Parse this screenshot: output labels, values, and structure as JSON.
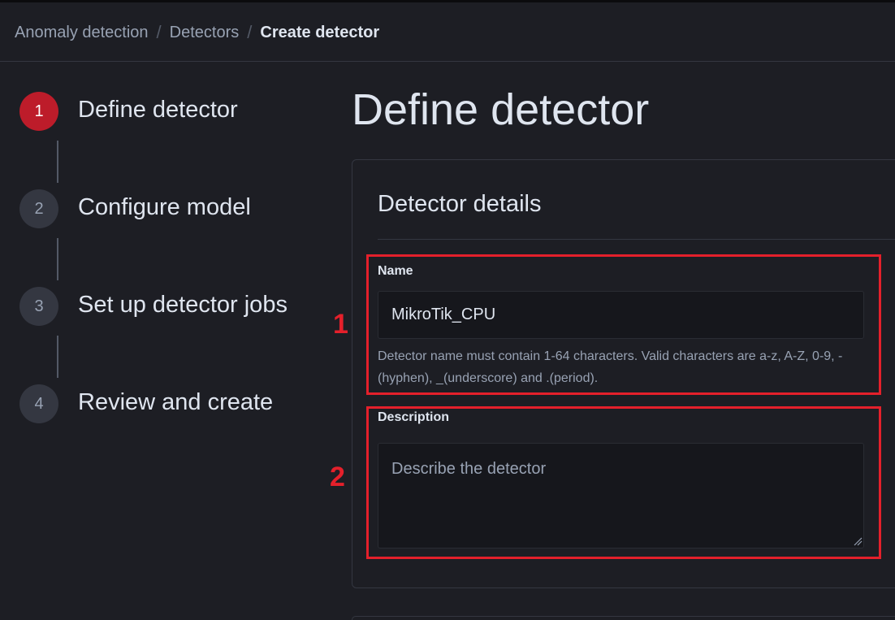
{
  "breadcrumbs": {
    "items": [
      "Anomaly detection",
      "Detectors"
    ],
    "separator": "/",
    "current": "Create detector"
  },
  "steps": [
    {
      "number": "1",
      "title": "Define detector",
      "active": true
    },
    {
      "number": "2",
      "title": "Configure model",
      "active": false
    },
    {
      "number": "3",
      "title": "Set up detector jobs",
      "active": false
    },
    {
      "number": "4",
      "title": "Review and create",
      "active": false
    }
  ],
  "page": {
    "title": "Define detector"
  },
  "panel": {
    "title": "Detector details",
    "name_field": {
      "label": "Name",
      "value": "MikroTik_CPU",
      "help": "Detector name must contain 1-64 characters. Valid characters are a-z, A-Z, 0-9, -(hyphen), _(underscore) and .(period)."
    },
    "description_field": {
      "label": "Description",
      "placeholder": "Describe the detector"
    }
  },
  "annotations": [
    "1",
    "2"
  ],
  "colors": {
    "accent_step": "#bd1c2a",
    "annotation": "#e4202b",
    "background": "#1d1e24"
  }
}
